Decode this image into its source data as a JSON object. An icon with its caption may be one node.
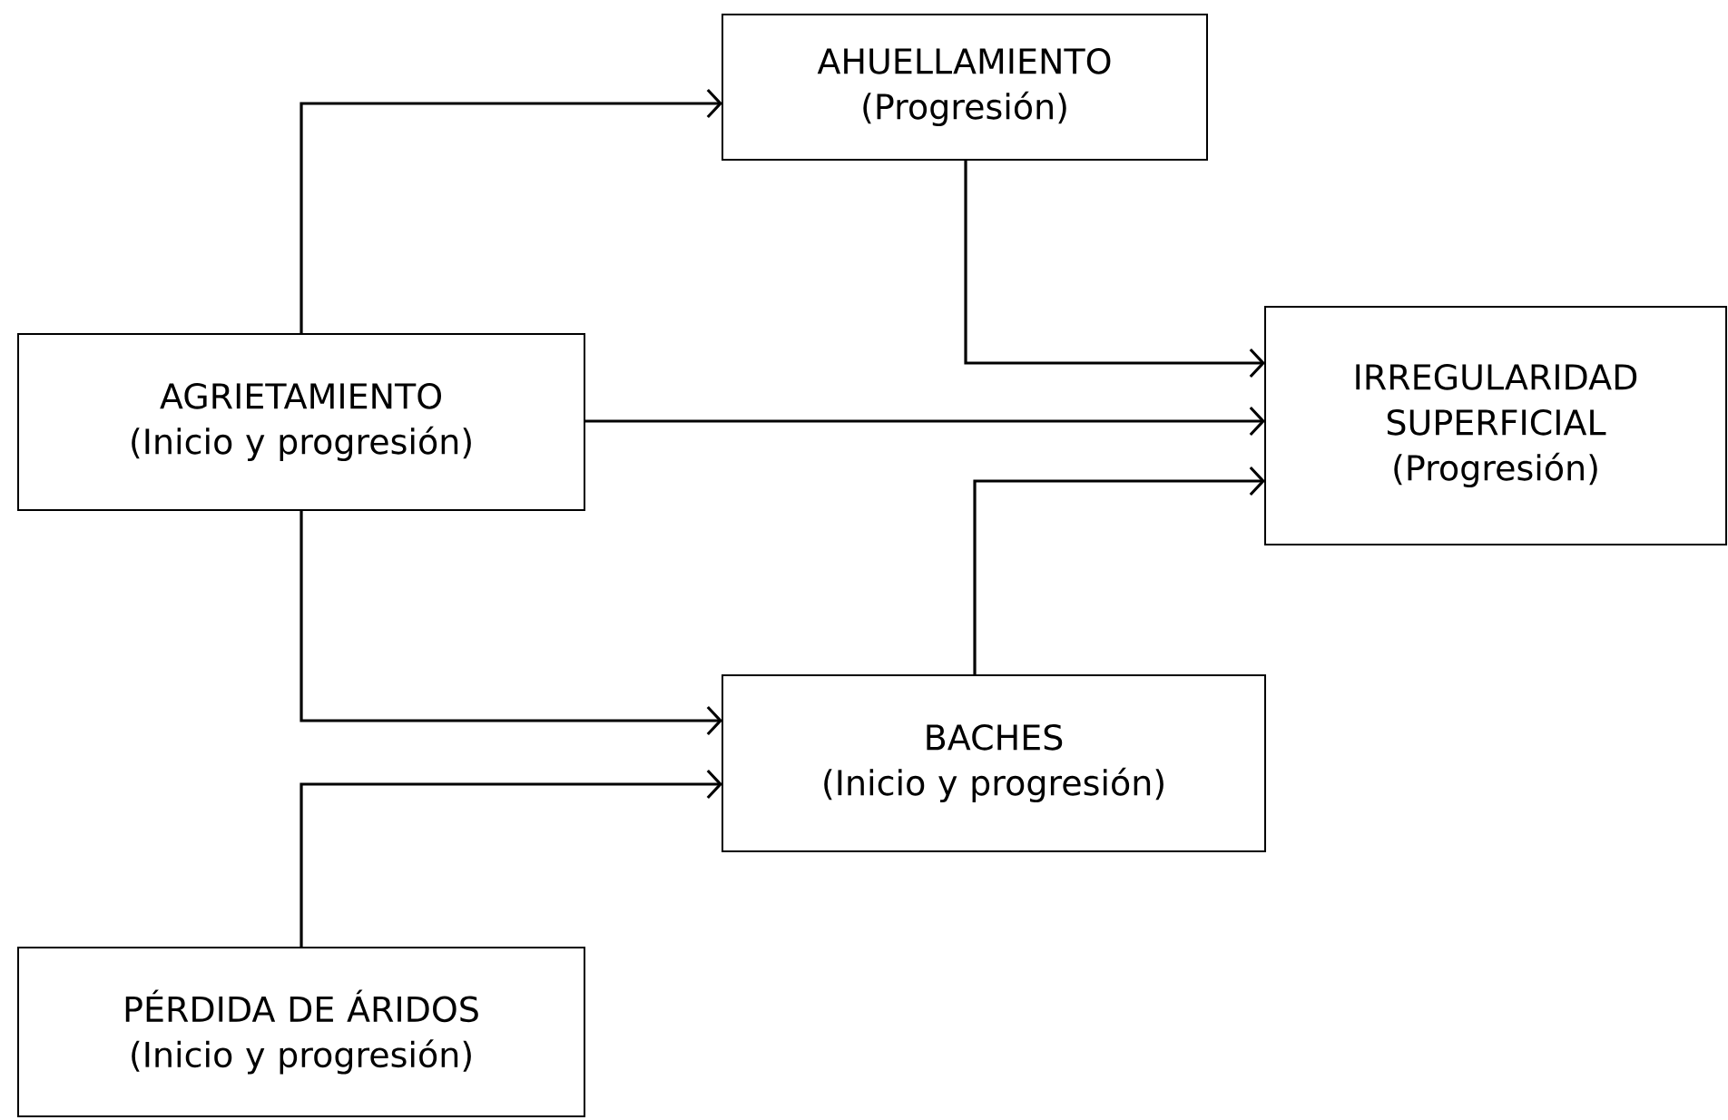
{
  "diagram": {
    "nodes": [
      {
        "text": [
          "AHUELLAMIENTO",
          "(Progresión)"
        ]
      },
      {
        "text": [
          "AGRIETAMIENTO",
          "(Inicio y progresión)"
        ]
      },
      {
        "text": [
          "IRREGULARIDAD SUPERFICIAL",
          "(Progresión)"
        ]
      },
      {
        "text": [
          "BACHES",
          "(Inicio y progresión)"
        ]
      },
      {
        "text": [
          "PÉRDIDA DE ÁRIDOS",
          "(Inicio y progresión)"
        ]
      }
    ],
    "edges": [
      {
        "from": 1,
        "to": 0,
        "arrow": "to"
      },
      {
        "from": 0,
        "to": 2,
        "arrow": "to"
      },
      {
        "from": 1,
        "to": 2,
        "arrow": "to"
      },
      {
        "from": 3,
        "to": 2,
        "arrow": "to"
      },
      {
        "from": 1,
        "to": 3,
        "arrow": "to"
      },
      {
        "from": 4,
        "to": 3,
        "arrow": "to"
      }
    ]
  }
}
